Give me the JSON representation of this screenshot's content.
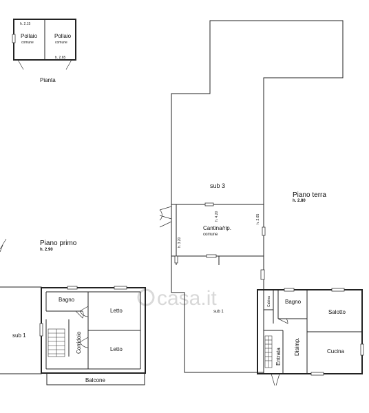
{
  "coop": {
    "height_top": "h. 2.15",
    "room1_name": "Pollaio",
    "room1_sub": "comune",
    "room2_name": "Pollaio",
    "room2_sub": "comune",
    "height_bottom": "h. 2.65",
    "caption": "Pianta"
  },
  "ground_floor": {
    "title": "Piano terra",
    "height": "h. 2.80",
    "sub3": "sub 3",
    "cellar_name": "Cantina/rip.",
    "cellar_sub": "comune",
    "cellar_h1": "h. 4.20",
    "cellar_h2": "h. 2.65",
    "cellar_h3": "h. 3.20",
    "sub1": "sub 1",
    "closet": "Cabina",
    "bathroom": "Bagno",
    "living": "Salotto",
    "hall": "Disimp.",
    "entrance": "Entrata",
    "kitchen": "Cucina"
  },
  "first_floor": {
    "title": "Piano primo",
    "height": "h. 2.90",
    "sub1": "sub 1",
    "bathroom": "Bagno",
    "bedroom1": "Letto",
    "corridor": "Corridoio",
    "bedroom2": "Letto",
    "balcony": "Balcone"
  },
  "watermark": "casa.it"
}
